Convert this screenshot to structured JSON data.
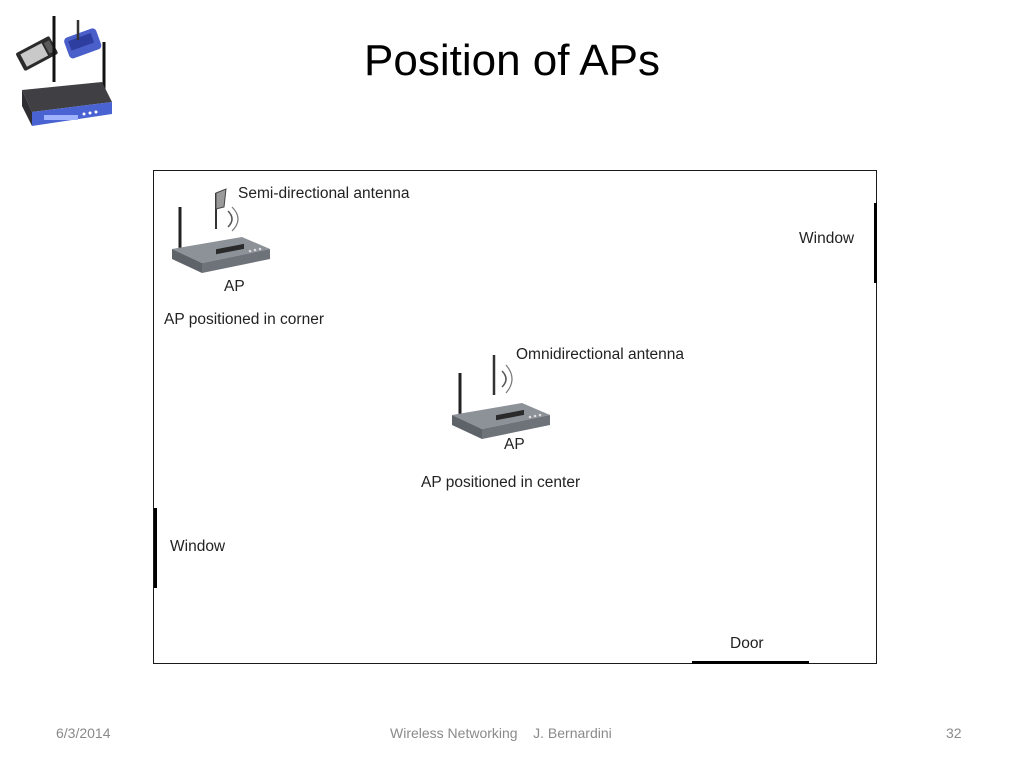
{
  "slide": {
    "title": "Position of APs",
    "diagram": {
      "semi_directional_label": "Semi-directional antenna",
      "corner_ap_label": "AP",
      "corner_caption": "AP positioned in corner",
      "omni_label": "Omnidirectional antenna",
      "center_ap_label": "AP",
      "center_caption": "AP positioned in center",
      "window_right_label": "Window",
      "window_left_label": "Window",
      "door_label": "Door"
    },
    "footer": {
      "date": "6/3/2014",
      "center": "Wireless Networking    J. Bernardini",
      "page": "32"
    },
    "colors": {
      "router_body": "#7a7f86",
      "logo_blue": "#3d56c8"
    }
  }
}
